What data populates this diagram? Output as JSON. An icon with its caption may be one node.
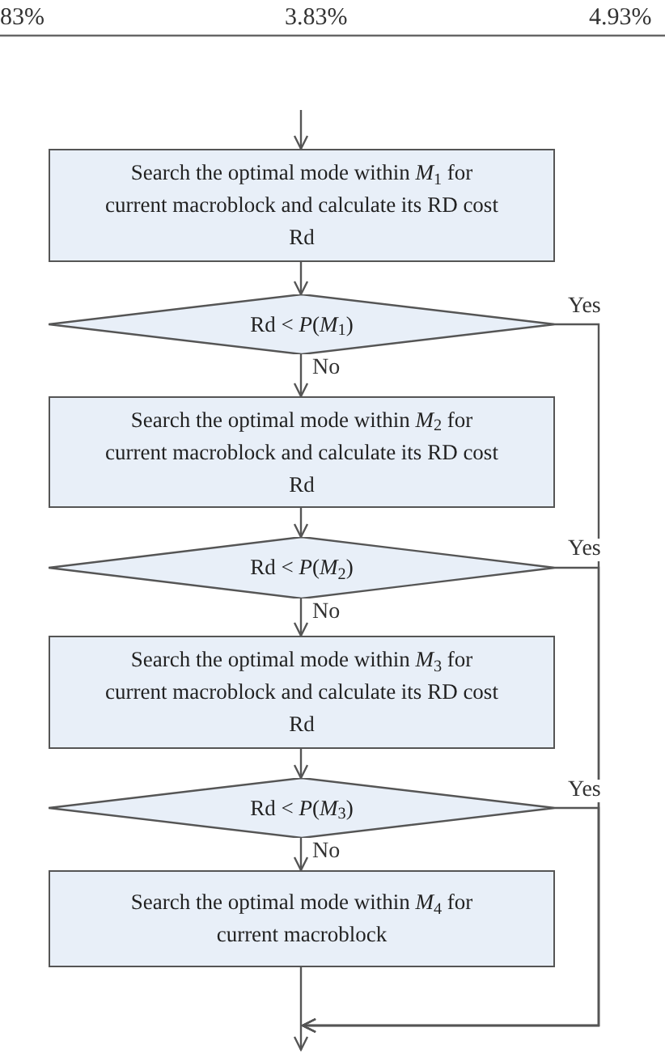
{
  "diagram": {
    "nodes": [
      {
        "text": [
          "Search the optimal mode within *M*$_{1}$ for current macroblock and calculate its RD cost Rd"
        ]
      },
      {
        "text": [
          "Rd < *P*(*M*$_{1}$)"
        ]
      },
      {
        "text": [
          "Search the optimal mode within *M*$_{2}$ for current macroblock and calculate its RD cost Rd"
        ]
      },
      {
        "text": [
          "Rd < *P*(*M*$_{2}$)"
        ]
      },
      {
        "text": [
          "Search the optimal mode within *M*$_{3}$ for current macroblock and calculate its RD cost Rd"
        ]
      },
      {
        "text": [
          "Rd < *P*(*M*$_{3}$)"
        ]
      },
      {
        "text": [
          "Search the optimal mode within *M*$_{4}$ for current macroblock"
        ]
      }
    ],
    "edges": [
      {
        "from": null,
        "to": 0,
        "arrow": "to"
      },
      {
        "from": 0,
        "to": 1,
        "arrow": "to"
      },
      {
        "from": 1,
        "to": 2,
        "arrow": "to",
        "label": "No"
      },
      {
        "from": 2,
        "to": 3,
        "arrow": "to"
      },
      {
        "from": 3,
        "to": 4,
        "arrow": "to",
        "label": "No"
      },
      {
        "from": 4,
        "to": 5,
        "arrow": "to"
      },
      {
        "from": 5,
        "to": 6,
        "arrow": "to",
        "label": "No"
      },
      {
        "from": 6,
        "to": null,
        "arrow": "to"
      },
      {
        "from": 1,
        "to": null,
        "arrow": "to",
        "label": "Yes"
      },
      {
        "from": 3,
        "to": null,
        "arrow": "to",
        "label": "Yes"
      },
      {
        "from": 5,
        "to": null,
        "arrow": "to",
        "label": "Yes"
      }
    ],
    "labels": [
      "83%",
      "3.83%",
      "4.93%"
    ]
  }
}
